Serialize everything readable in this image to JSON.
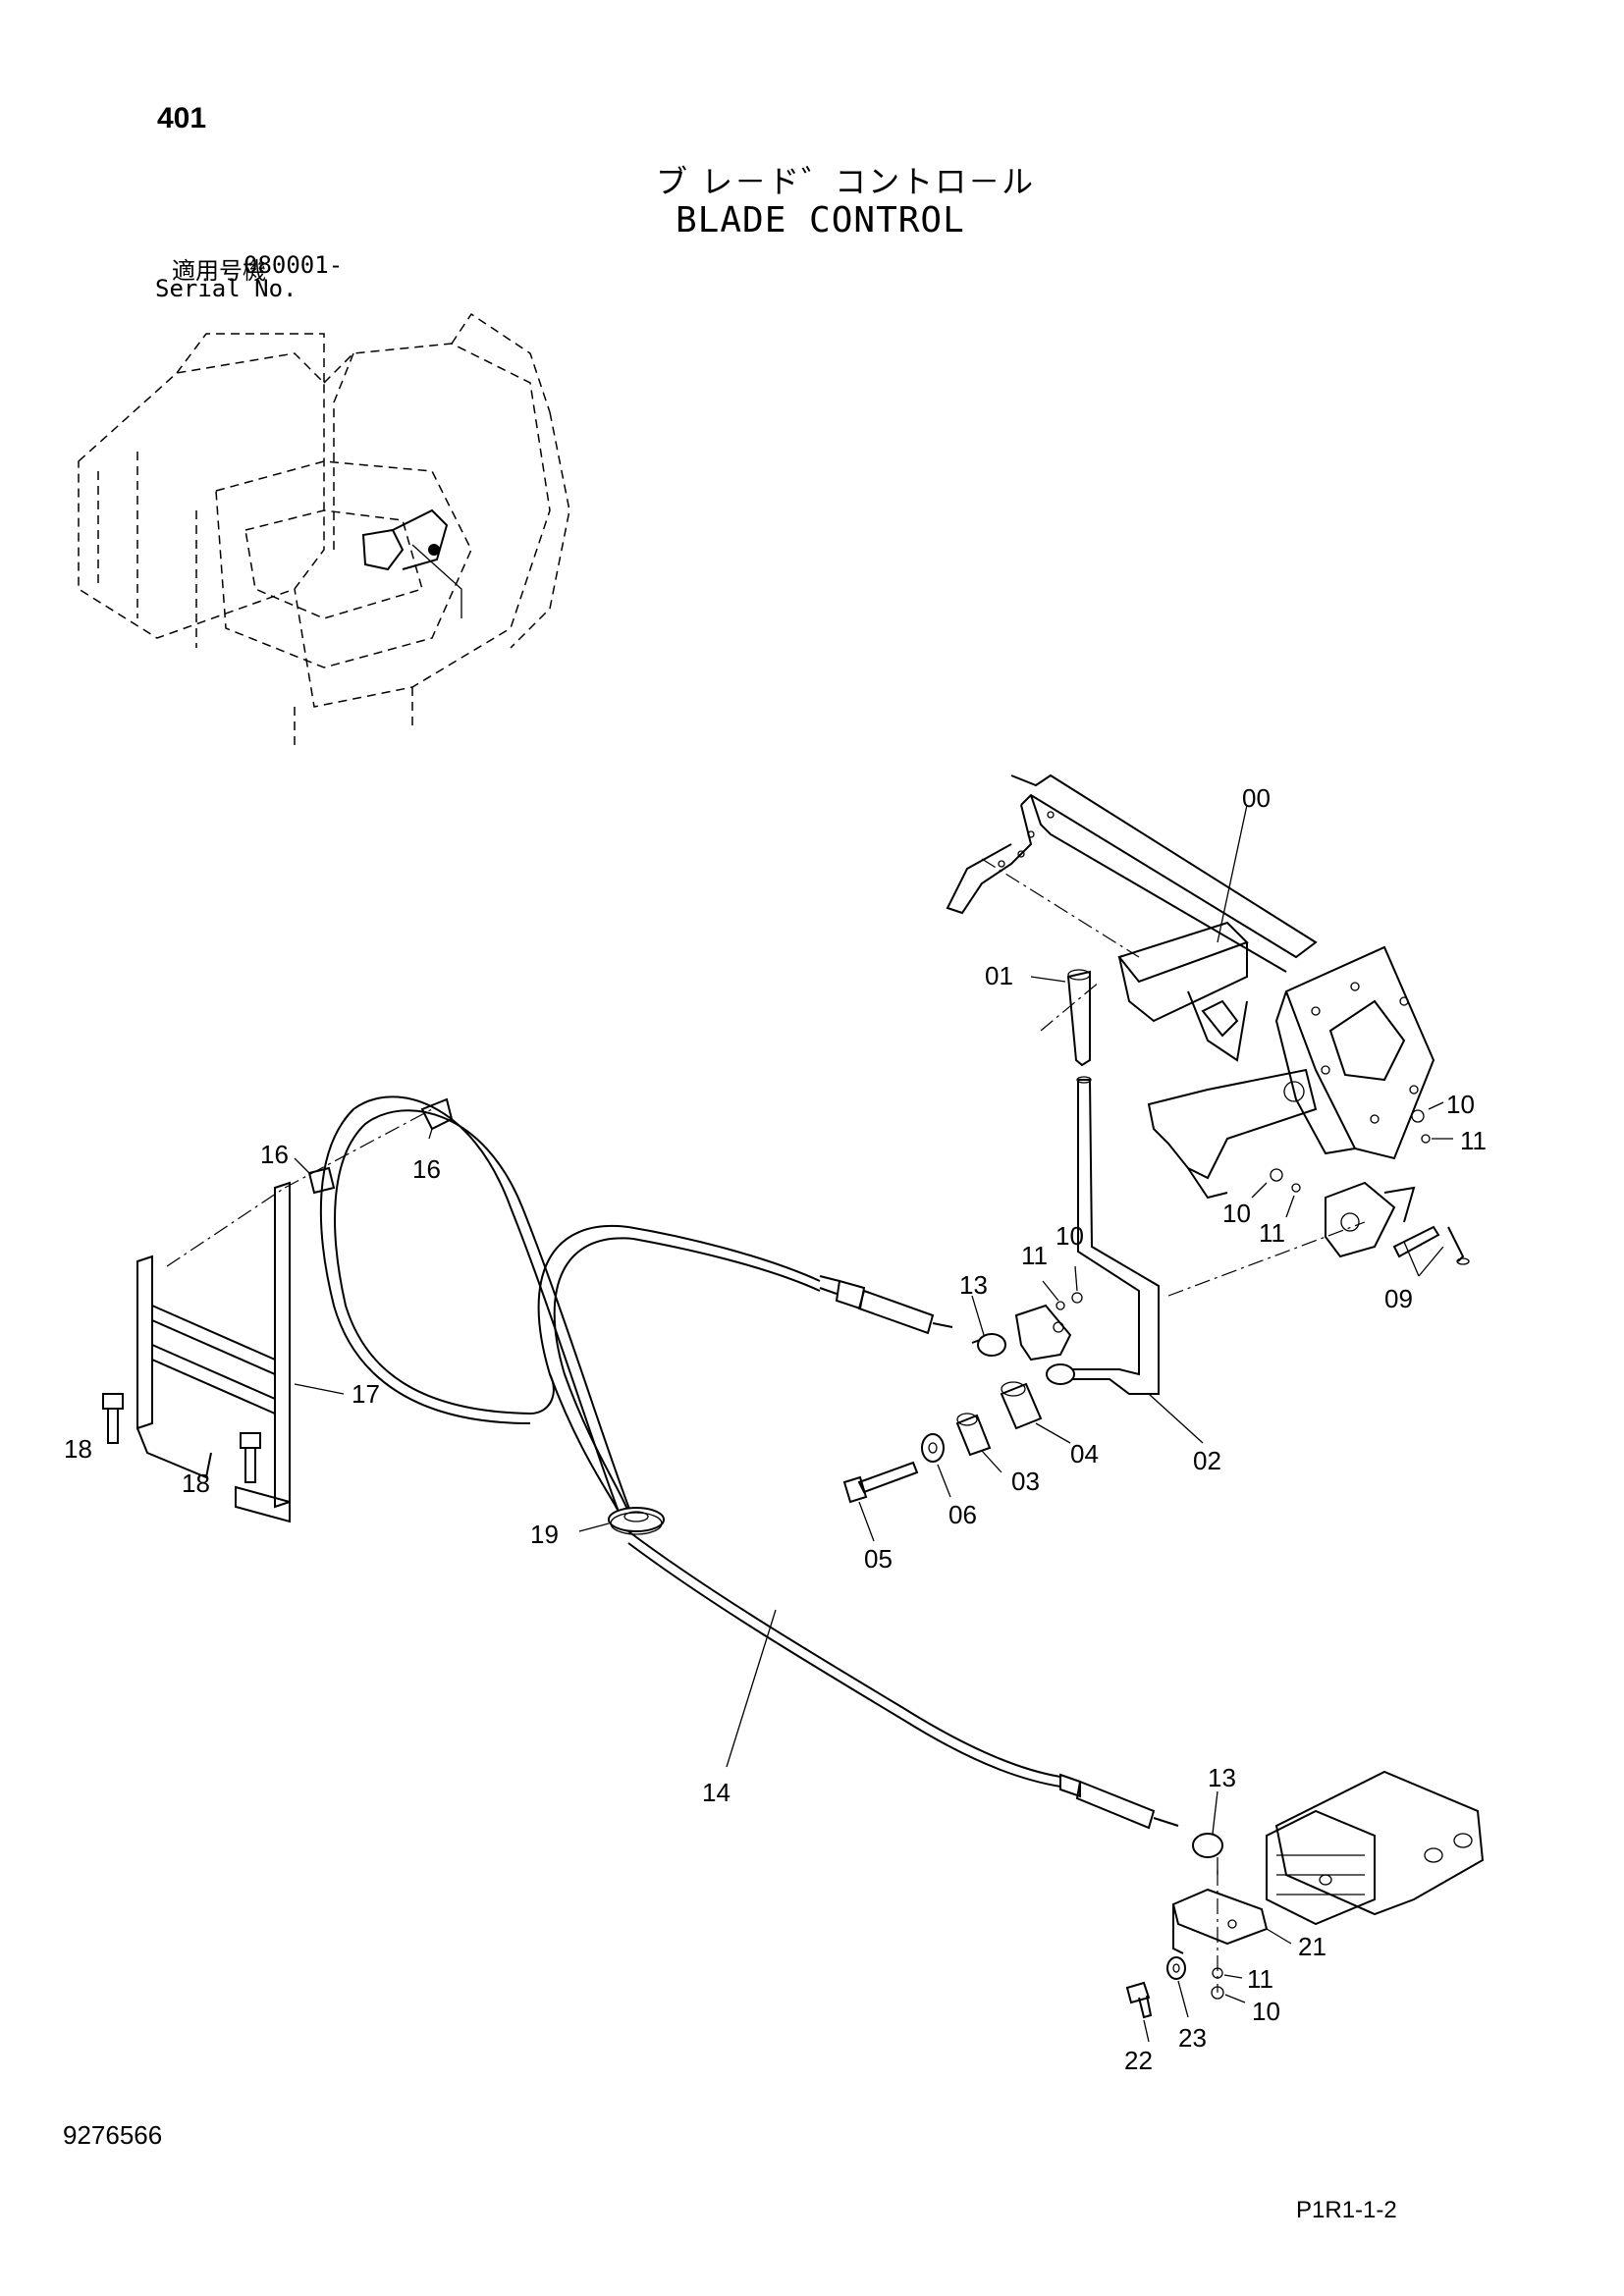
{
  "page": {
    "number": "401",
    "title_jp": "ブ レ－ド゛コントロ－ル",
    "title_en": "BLADE CONTROL",
    "serial_jp": "適用号機",
    "serial_number": "080001-",
    "serial_en": "Serial No.",
    "drawing_number": "9276566",
    "sheet_ref": "P1R1-1-2"
  },
  "callouts": {
    "c00": "00",
    "c01": "01",
    "c02": "02",
    "c03": "03",
    "c04": "04",
    "c05": "05",
    "c06": "06",
    "c09": "09",
    "c10a": "10",
    "c11a": "11",
    "c10b": "10",
    "c11b": "11",
    "c11c": "11",
    "c10c": "10",
    "c13a": "13",
    "c13b": "13",
    "c14": "14",
    "c16a": "16",
    "c16b": "16",
    "c17": "17",
    "c18a": "18",
    "c18b": "18",
    "c19": "19",
    "c21": "21",
    "c11d": "11",
    "c10d": "10",
    "c22": "22",
    "c23": "23"
  }
}
